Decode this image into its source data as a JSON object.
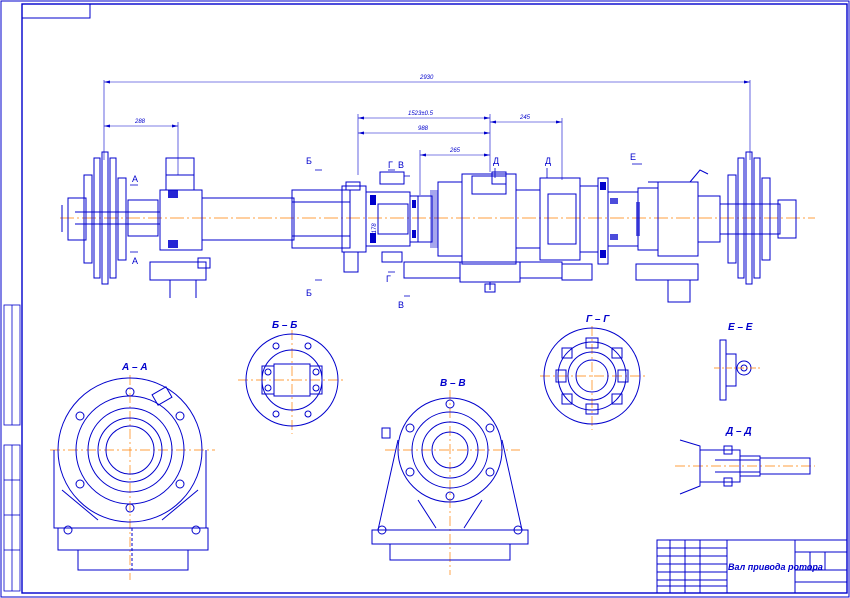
{
  "drawing": {
    "title": "Вал привода ротора",
    "sections": [
      "А – А",
      "Б – Б",
      "В – В",
      "Г – Г",
      "Е – Е",
      "Д – Д"
    ],
    "markers": {
      "A": "А",
      "B": "Б",
      "V": "В",
      "G": "Г",
      "D": "Д",
      "E": "Е"
    },
    "dimensions": {
      "overall": "2930",
      "left": "288",
      "mid1": "1523±0.5",
      "mid2": "988",
      "mid3": "265",
      "right": "245",
      "bore": "Ø178"
    }
  },
  "colors": {
    "line": "#0000cc",
    "axis": "#ff8000",
    "frame": "#0000cc"
  }
}
